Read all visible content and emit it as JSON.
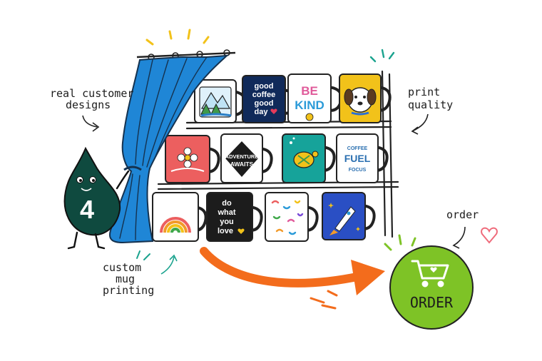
{
  "annotations": {
    "real_designs": [
      "real customer",
      "designs"
    ],
    "print_quality": [
      "print",
      "quality"
    ],
    "order": "order",
    "custom_mug": [
      "custom",
      "mug",
      "printing"
    ]
  },
  "mascot": {
    "number": "4",
    "color": "#0f4a3f"
  },
  "order_button": {
    "label": "ORDER",
    "color": "#7ec326"
  },
  "mugs": {
    "good_coffee": [
      "good",
      "coffee",
      "good",
      "day"
    ],
    "be_kind": [
      "BE",
      "KIND"
    ],
    "adventure": [
      "ADVENTURE",
      "AWAITS"
    ],
    "coffee_fuel": [
      "COFFEE",
      "FUEL",
      "FOCUS"
    ],
    "do_what": [
      "do",
      "what",
      "you",
      "love"
    ]
  },
  "colors": {
    "curtain": "#1f86d6",
    "arrow": "#f36c1c",
    "accent_yellow": "#f2c21a"
  }
}
